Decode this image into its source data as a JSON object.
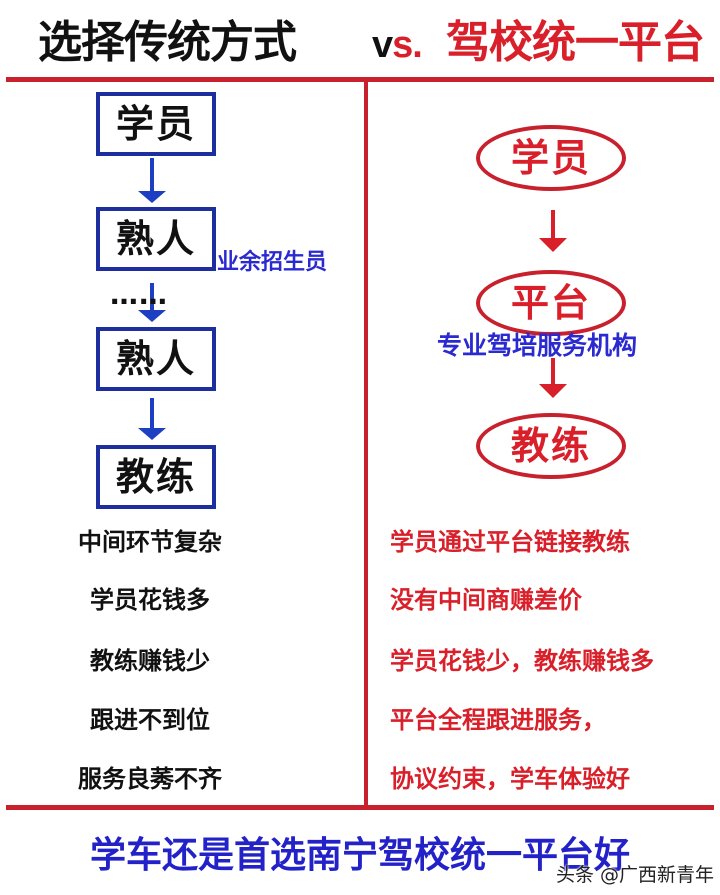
{
  "title": {
    "left_text": "选择传统方式",
    "vs_v": "v",
    "vs_s": "s.",
    "right_text": "驾校统一平台"
  },
  "colors": {
    "red": "#d9202a",
    "divider_red": "#c8202d",
    "blue": "#1d2f9e",
    "blue_text": "#2a2ad0",
    "black": "#111111"
  },
  "traditional": {
    "flow": [
      {
        "label": "学员"
      },
      {
        "label": "熟人"
      },
      {
        "label": "熟人"
      },
      {
        "label": "教练"
      }
    ],
    "ellipsis": "……",
    "side_note": "业余招生员",
    "drawbacks": [
      "中间环节复杂",
      "学员花钱多",
      "教练赚钱少",
      "跟进不到位",
      "服务良莠不齐"
    ]
  },
  "platform": {
    "flow": [
      {
        "label": "学员"
      },
      {
        "label": "平台"
      },
      {
        "label": "教练"
      }
    ],
    "side_note": "专业驾培服务机构",
    "benefits": [
      "学员通过平台链接教练",
      "没有中间商赚差价",
      "学员花钱少，教练赚钱多",
      "平台全程跟进服务，",
      "协议约束，学车体验好"
    ]
  },
  "footer": {
    "slogan": "学车还是首选南宁驾校统一平台好",
    "watermark": "头条 @广西新青年"
  }
}
